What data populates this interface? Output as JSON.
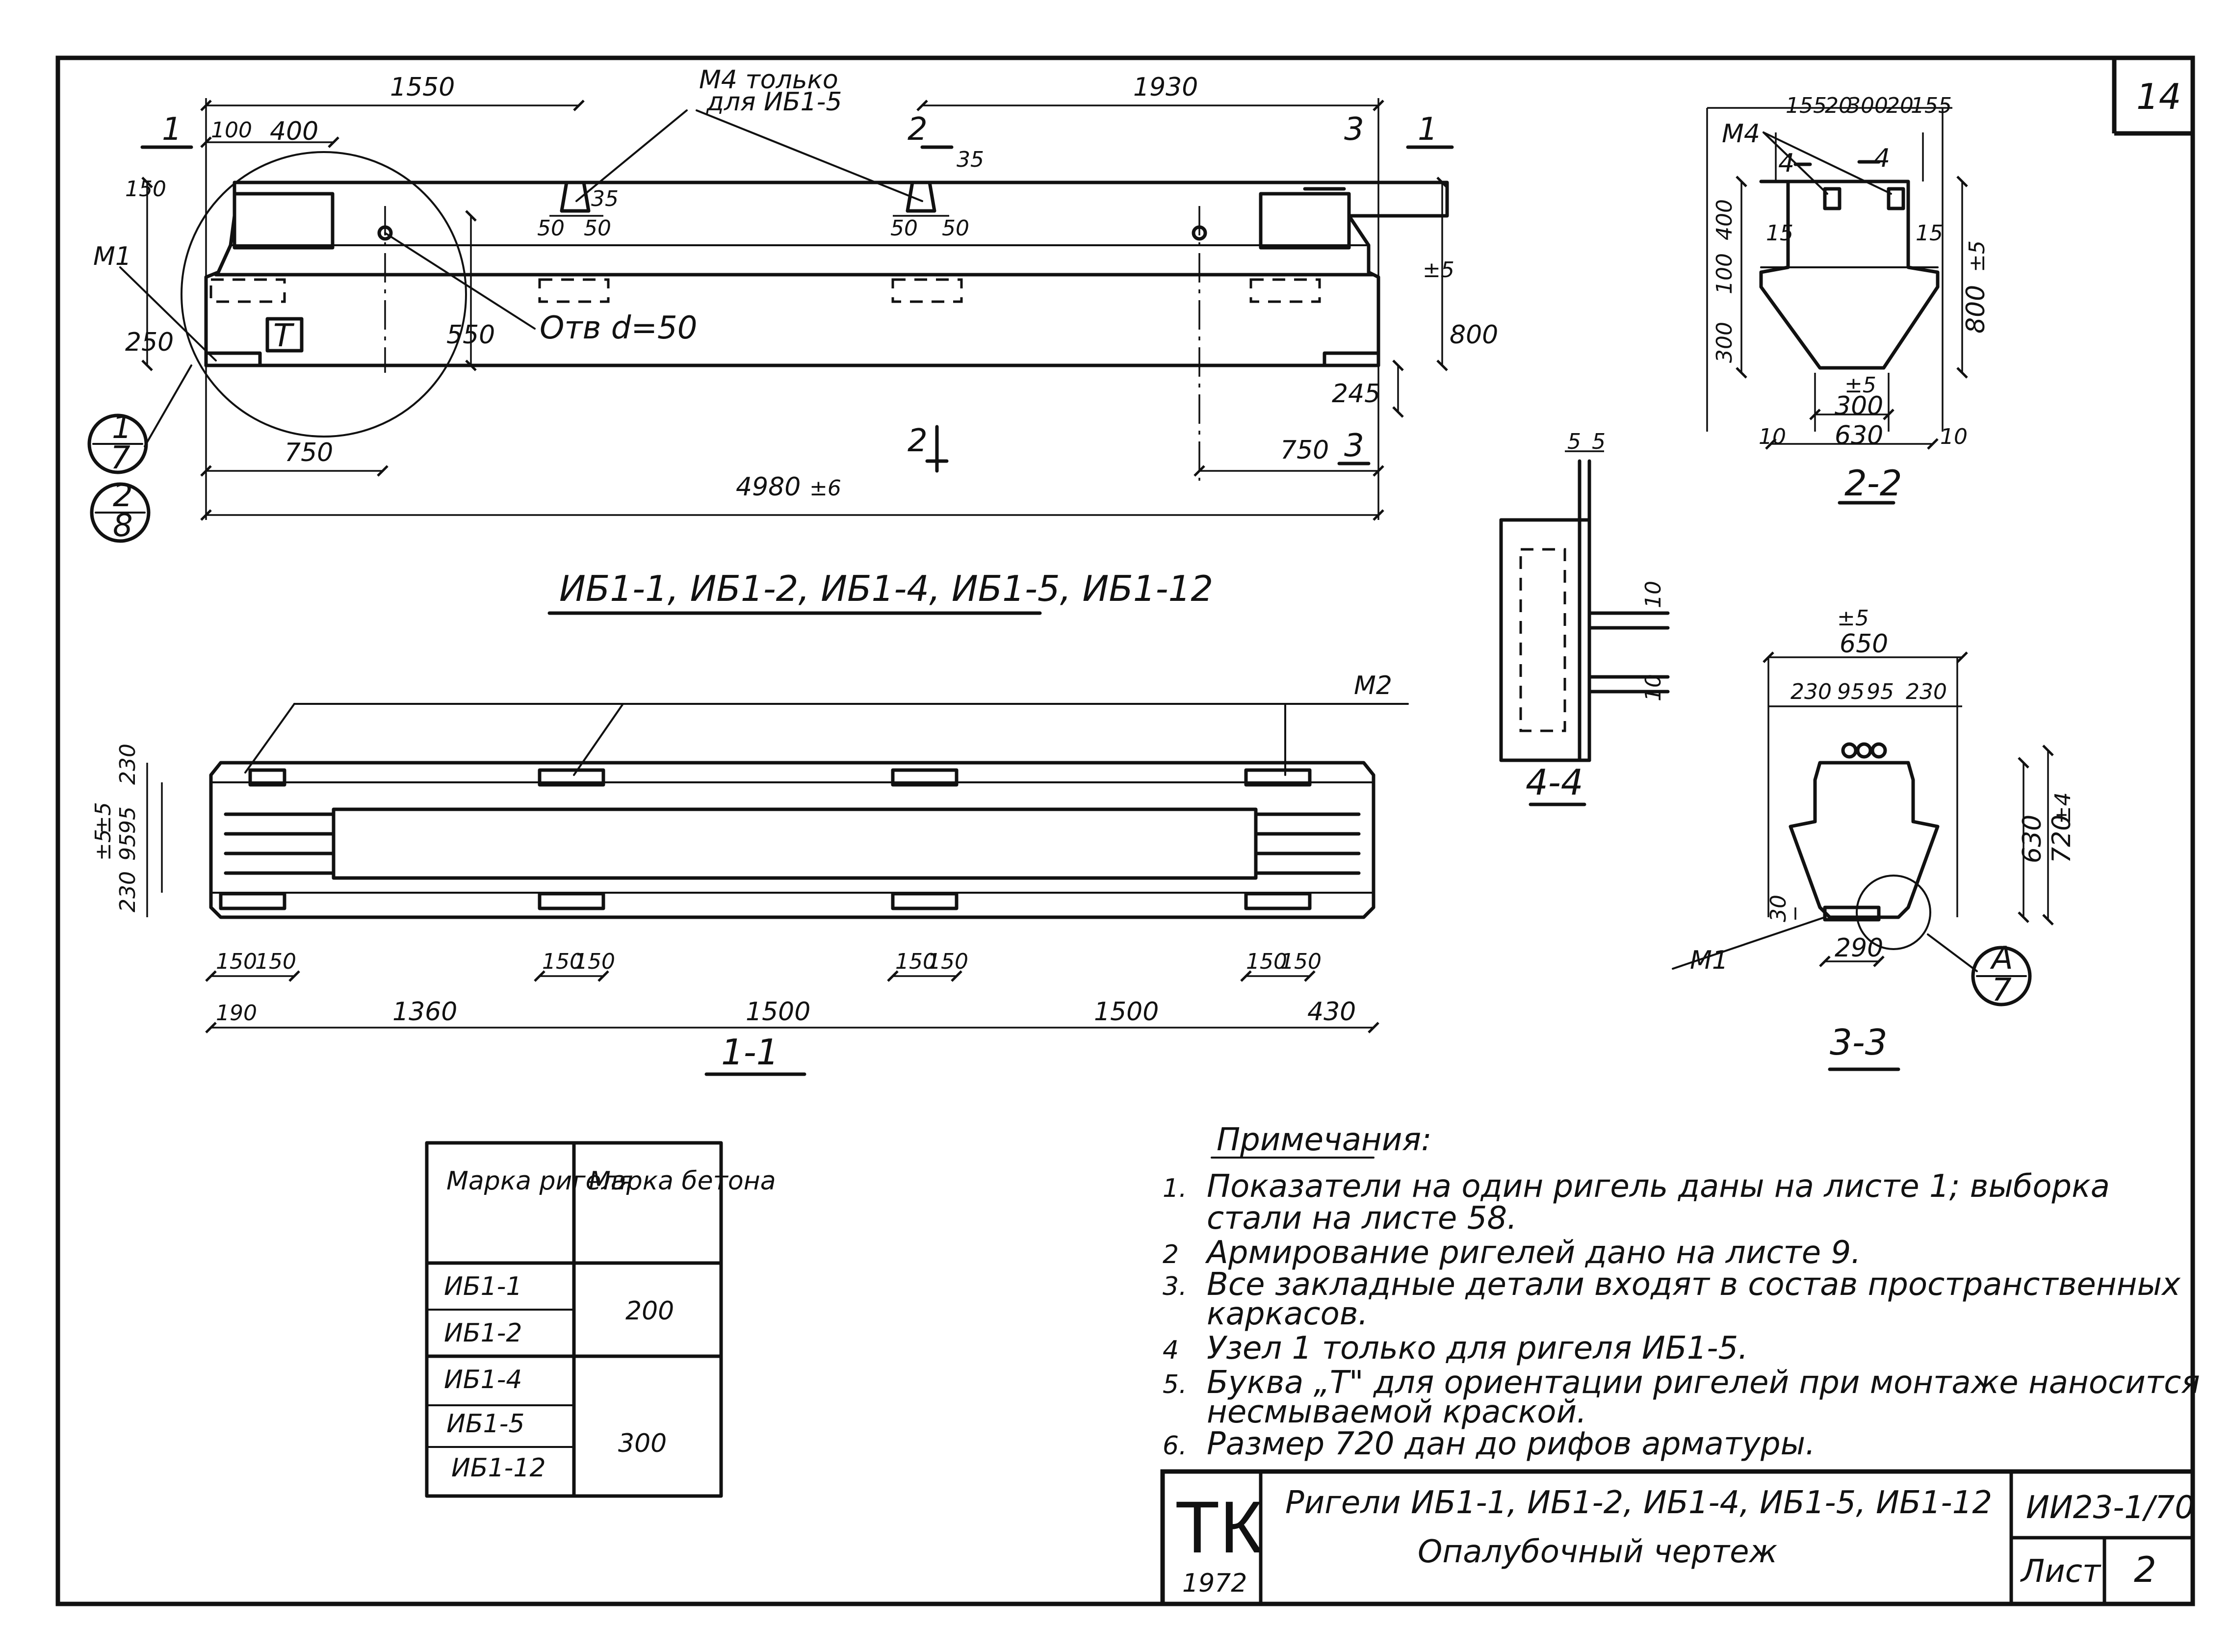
{
  "sheet": {
    "number": "14"
  },
  "views": {
    "elevation": {
      "dims": {
        "d1550": "1550",
        "d1930": "1930",
        "d100": "100",
        "d400": "400",
        "d150": "150",
        "d250": "250",
        "d550": "550",
        "d800": "800",
        "d800_tol": "±5",
        "d245": "245",
        "d750a": "750",
        "d750b": "750",
        "d4980": "4980",
        "d4980_tol": "±6",
        "d50a": "50",
        "d50b": "50",
        "d50c": "50",
        "d50d": "50",
        "d35a": "35",
        "d35b": "35"
      },
      "notes": {
        "m4_line1": "М4 только",
        "m4_line2": "для ИБ1-5",
        "hole": "Отв d=50",
        "m1": "М1",
        "mark_t": "Т"
      },
      "cuts": {
        "c1a": "1",
        "c1b": "1",
        "c2a": "2",
        "c2b": "2",
        "c3a": "3",
        "c3b": "3"
      },
      "callouts": {
        "c1_top": "1",
        "c1_bottom": "7",
        "c2_top": "2",
        "c2_bottom": "8"
      }
    },
    "title": "ИБ1-1, ИБ1-2, ИБ1-4, ИБ1-5, ИБ1-12",
    "plan": {
      "m2": "М2",
      "left_dims": [
        "230",
        "±5",
        "95",
        "95",
        "±5",
        "230"
      ],
      "pairs": [
        "150",
        "150",
        "150",
        "150",
        "150",
        "150",
        "150",
        "150"
      ],
      "bottom": [
        "190",
        "1360",
        "1500",
        "1500",
        "430"
      ],
      "caption": "1-1"
    },
    "section22": {
      "top": [
        "155",
        "20",
        "300",
        "20",
        "155"
      ],
      "m4": "М4",
      "cut4a": "4",
      "cut4b": "4",
      "left": [
        "400",
        "100",
        "300"
      ],
      "d15a": "15",
      "d15b": "15",
      "right": "800",
      "right_tol": "±5",
      "bottom_tol": "±5",
      "b300": "300",
      "b630": "630",
      "b10a": "10",
      "b10b": "10",
      "caption": "2-2"
    },
    "section44": {
      "top": [
        "5",
        "5"
      ],
      "r1": "10",
      "r2": "10",
      "caption": "4-4"
    },
    "section33": {
      "top_tol": "±5",
      "top": "650",
      "row": [
        "230",
        "95",
        "95",
        "230"
      ],
      "h630": "630",
      "h720": "720",
      "h720_tol": "±4",
      "d30": "30",
      "b290": "290",
      "m1": "М1",
      "callout_top": "А",
      "callout_bottom": "7",
      "caption": "3-3"
    }
  },
  "concrete_table": {
    "headers": [
      "Марка ригеля",
      "Марка бетона"
    ],
    "groups": [
      {
        "girders": [
          "ИБ1-1",
          "ИБ1-2"
        ],
        "grade": "200"
      },
      {
        "girders": [
          "ИБ1-4",
          "ИБ1-5",
          "ИБ1-12"
        ],
        "grade": "300"
      }
    ]
  },
  "notes": {
    "heading": "Примечания:",
    "items": [
      [
        "1.",
        "Показатели на один ригель даны на листе 1; выборка",
        "стали на листе 58."
      ],
      [
        "2",
        "Армирование ригелей дано на листе 9."
      ],
      [
        "3.",
        "Все закладные детали входят в состав пространственных",
        "каркасов."
      ],
      [
        "4",
        "Узел 1 только для ригеля ИБ1-5."
      ],
      [
        "5.",
        "Буква „Т\" для ориентации ригелей при монтаже наносится",
        "несмываемой краской."
      ],
      [
        "6.",
        "Размер 720 дан до рифов арматуры."
      ]
    ]
  },
  "title_block": {
    "logo": "ТК",
    "year": "1972",
    "line1": "Ригели ИБ1-1, ИБ1-2, ИБ1-4, ИБ1-5, ИБ1-12",
    "line2": "Опалубочный чертеж",
    "series": "ИИ23-1/70",
    "sheet_label": "Лист",
    "sheet_no": "2"
  }
}
